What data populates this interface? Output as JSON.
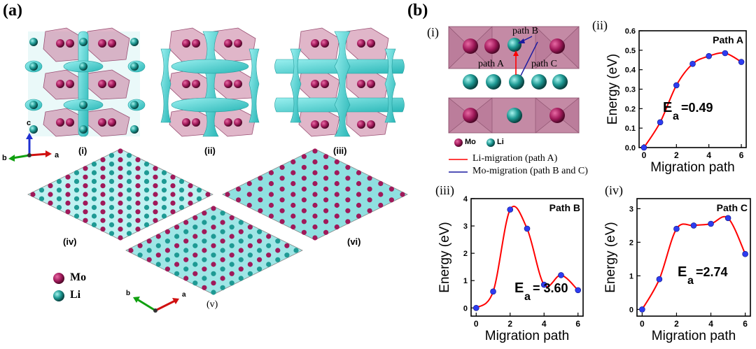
{
  "figure": {
    "panel_a_label": "(a)",
    "panel_b_label": "(b)",
    "a_subpanels": [
      "(i)",
      "(ii)",
      "(iii)",
      "(iv)",
      "(v)",
      "(vi)"
    ],
    "a_axes": {
      "c": "c",
      "b": "b",
      "a": "a"
    },
    "a_axes2": {
      "b": "b",
      "a": "a"
    },
    "legend": {
      "mo": "Mo",
      "li": "Li"
    },
    "colors": {
      "mo": "#a0195a",
      "li": "#1e9a94",
      "isosurface": "#4fd6d6",
      "octahedron": "#c77a9c",
      "curve": "#ff0000",
      "point": "#2e3cf0"
    }
  },
  "panel_b_i": {
    "label": "(i)",
    "path_b": "path B",
    "path_a": "path A",
    "path_c": "path C",
    "legend_mo": "Mo",
    "legend_li": "Li",
    "line_legend_red": "Li-migration (path A)",
    "line_legend_blue": "Mo-migration (path B and C)"
  },
  "chart_data": [
    {
      "type": "line",
      "panel": "(ii)",
      "title": "Path A",
      "xlabel": "Migration path",
      "ylabel": "Energy (eV)",
      "annotation_main": "E",
      "annotation_sub": "a",
      "annotation_value": "=0.49",
      "x": [
        0,
        1,
        2,
        3,
        4,
        5,
        6
      ],
      "y": [
        0.0,
        0.13,
        0.32,
        0.43,
        0.47,
        0.485,
        0.44
      ],
      "xlim": [
        -0.3,
        6.3
      ],
      "ylim": [
        0.0,
        0.6
      ],
      "xticks": [
        "0",
        "2",
        "4",
        "6"
      ],
      "yticks": [
        "0.0",
        "0.1",
        "0.2",
        "0.3",
        "0.4",
        "0.5",
        "0.6"
      ]
    },
    {
      "type": "line",
      "panel": "(iii)",
      "title": "Path B",
      "xlabel": "Migration path",
      "ylabel": "Energy (eV)",
      "annotation_main": "E",
      "annotation_sub": "a",
      "annotation_value": "= 3.60",
      "x": [
        0,
        1,
        2,
        3,
        4,
        5,
        6
      ],
      "y": [
        0.0,
        0.6,
        3.6,
        2.9,
        0.85,
        1.2,
        0.65
      ],
      "xlim": [
        -0.3,
        6.3
      ],
      "ylim": [
        -0.3,
        4.0
      ],
      "xticks": [
        "0",
        "2",
        "4",
        "6"
      ],
      "yticks": [
        "0",
        "1",
        "2",
        "3",
        "4"
      ]
    },
    {
      "type": "line",
      "panel": "(iv)",
      "title": "Path C",
      "xlabel": "Migration path",
      "ylabel": "Energy (eV)",
      "annotation_main": "E",
      "annotation_sub": "a",
      "annotation_value": "=2.74",
      "x": [
        0,
        1,
        2,
        3,
        4,
        5,
        6
      ],
      "y": [
        0.0,
        0.9,
        2.4,
        2.5,
        2.55,
        2.72,
        1.65
      ],
      "xlim": [
        -0.3,
        6.3
      ],
      "ylim": [
        -0.2,
        3.3
      ],
      "xticks": [
        "0",
        "2",
        "4",
        "6"
      ],
      "yticks": [
        "0",
        "1",
        "2",
        "3"
      ]
    }
  ]
}
